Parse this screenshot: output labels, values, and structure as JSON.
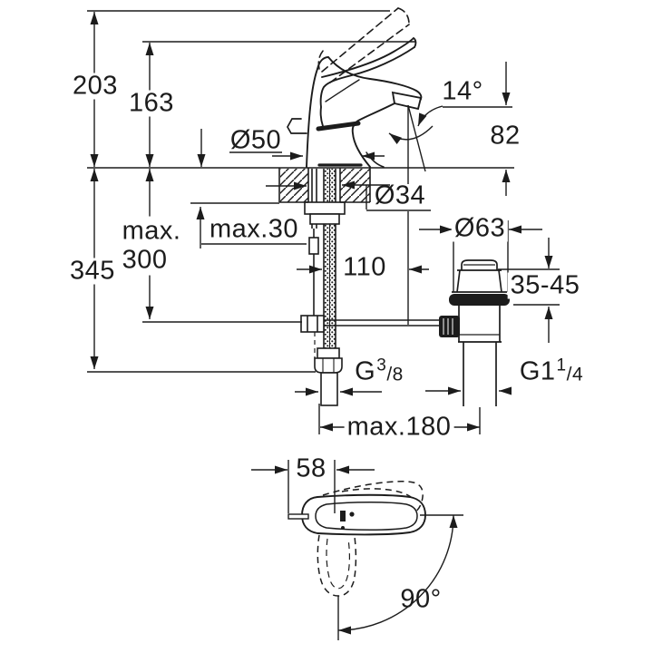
{
  "dimensions": {
    "total_height": "203",
    "spout_tip_height": "163",
    "height_below_deck": "345",
    "hose_length_line1": "max.",
    "hose_length_line2": "300",
    "deck_thickness": "max.30",
    "base_diameter": "Ø50",
    "hole_diameter": "Ø34",
    "spray_angle": "14°",
    "spout_outlet_height": "82",
    "spout_projection": "110",
    "waste_flange_diameter": "Ø63",
    "waste_adjust_range": "35-45",
    "max_center_distance": "max.180",
    "body_width": "58",
    "swivel_angle": "90°",
    "supply_thread": {
      "prefix": "G",
      "numerator": "3",
      "denominator": "/8"
    },
    "waste_thread": {
      "prefix": "G1",
      "numerator": "1",
      "denominator": "/4"
    }
  },
  "colors": {
    "line": "#1c1c1c",
    "background": "#ffffff"
  }
}
